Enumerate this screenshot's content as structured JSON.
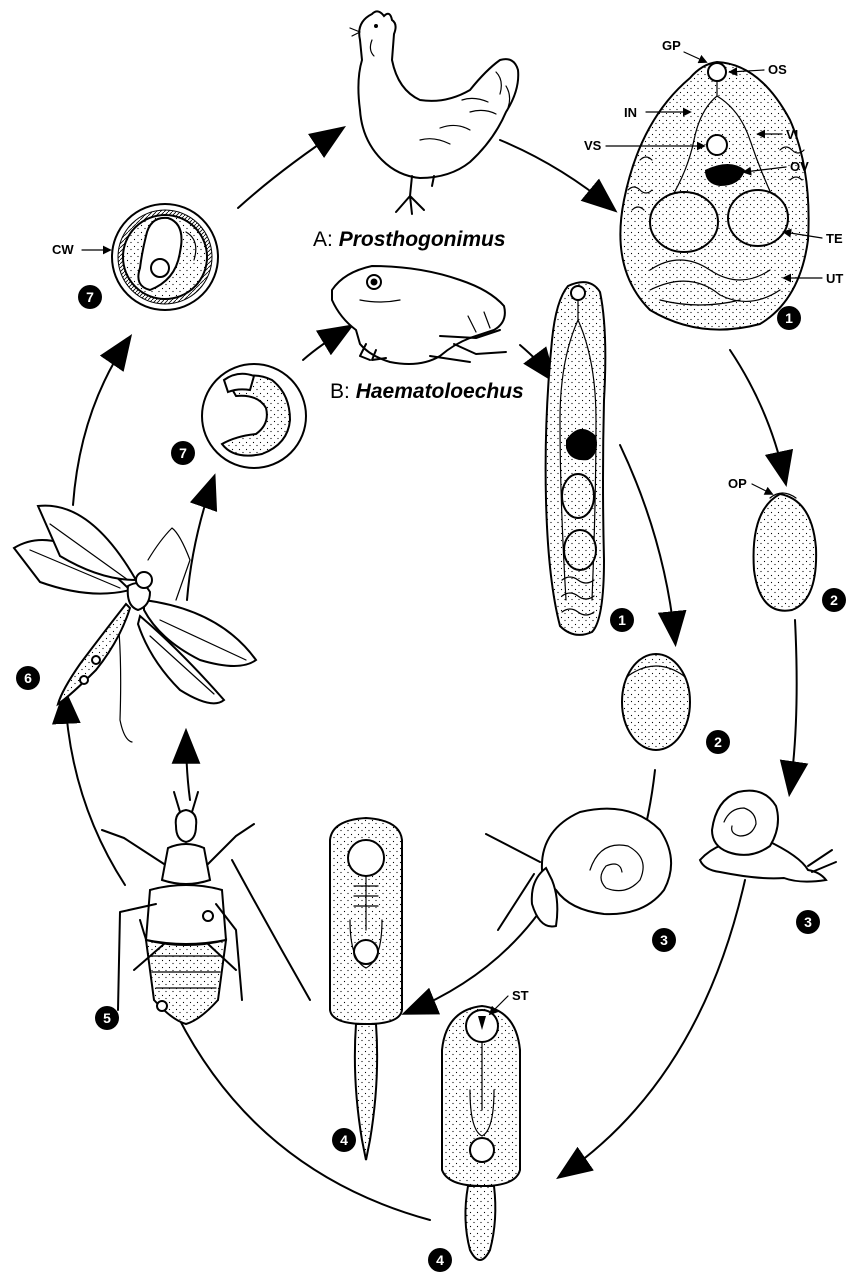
{
  "titles": {
    "a_prefix": "A: ",
    "a_genus": "Prosthogonimus",
    "b_prefix": "B: ",
    "b_genus": "Haematoloechus"
  },
  "labels": {
    "gp": "GP",
    "os": "OS",
    "in": "IN",
    "vi": "VI",
    "vs": "VS",
    "ov": "OV",
    "te": "TE",
    "ut": "UT",
    "op": "OP",
    "cw": "CW",
    "st": "ST"
  },
  "stages": {
    "s1": "1",
    "s2": "2",
    "s3": "3",
    "s4": "4",
    "s5": "5",
    "s6": "6",
    "s7": "7"
  },
  "colors": {
    "ink": "#000000",
    "paper": "#ffffff"
  }
}
